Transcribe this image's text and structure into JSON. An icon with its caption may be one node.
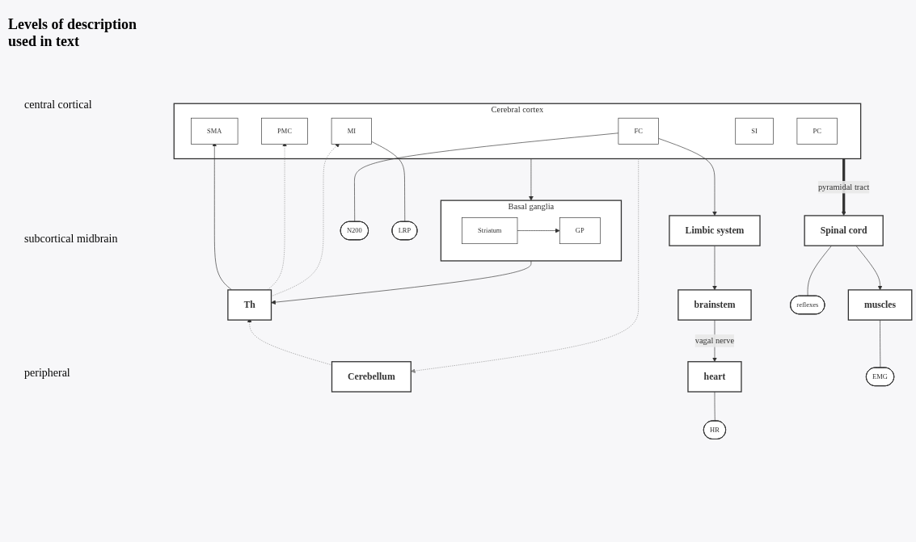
{
  "diagram": {
    "nodes": [
      {
        "text": [
          "Cerebral cortex"
        ]
      },
      {
        "text": [
          "FC"
        ],
        "in": 0
      },
      {
        "text": [
          "SMA"
        ],
        "in": 0
      },
      {
        "text": [
          "PMC"
        ],
        "in": 0
      },
      {
        "text": [
          "MI"
        ],
        "in": 0
      },
      {
        "text": [
          "SI"
        ],
        "in": 0
      },
      {
        "text": [
          "PC"
        ],
        "in": 0
      },
      {
        "text": [
          "N200"
        ]
      },
      {
        "text": [
          "LRP"
        ]
      },
      {
        "text": [
          "Th"
        ]
      },
      {
        "text": [
          "Basal ganglia"
        ]
      },
      {
        "text": [
          "Striatum"
        ],
        "in": 10
      },
      {
        "text": [
          "GP"
        ],
        "in": 10
      },
      {
        "text": [
          "Cerebellum"
        ]
      },
      {
        "text": [
          "Limbic system"
        ]
      },
      {
        "text": [
          "brainstem"
        ]
      },
      {
        "text": [
          "heart"
        ]
      },
      {
        "text": [
          "HR"
        ]
      },
      {
        "text": [
          "Spinal cord"
        ]
      },
      {
        "text": [
          "reflexes"
        ]
      },
      {
        "text": [
          "muscles"
        ]
      },
      {
        "text": [
          "EMG"
        ]
      }
    ],
    "edges": [
      {
        "from": 1,
        "to": 7,
        "arrow": "none"
      },
      {
        "from": 4,
        "to": 8,
        "arrow": "none"
      },
      {
        "from": 0,
        "to": 10,
        "arrow": "to"
      },
      {
        "from": 1,
        "to": 14,
        "arrow": "to"
      },
      {
        "from": 11,
        "to": 12,
        "arrow": "to"
      },
      {
        "from": 10,
        "to": 9,
        "arrow": "to"
      },
      {
        "from": 9,
        "to": 2,
        "arrow": "to"
      },
      {
        "from": 0,
        "to": 13,
        "arrow": "to",
        "style": "dashed",
        "color": "#888888"
      },
      {
        "from": 13,
        "to": 9,
        "arrow": "to",
        "style": "dashed",
        "color": "#888888"
      },
      {
        "from": 9,
        "to": 3,
        "arrow": "to",
        "style": "dashed",
        "color": "#888888"
      },
      {
        "from": 9,
        "to": 4,
        "arrow": "to",
        "style": "dashed",
        "color": "#888888"
      },
      {
        "from": 0,
        "to": 18,
        "label": "pyramidal tract",
        "arrow": "to",
        "style": "thick"
      },
      {
        "from": 14,
        "to": 15,
        "arrow": "to"
      },
      {
        "from": 15,
        "to": 16,
        "label": "vagal nerve",
        "arrow": "to"
      },
      {
        "from": 18,
        "to": 20,
        "arrow": "to"
      },
      {
        "from": 16,
        "to": 17,
        "arrow": "none"
      },
      {
        "from": 18,
        "to": 19,
        "arrow": "none"
      },
      {
        "from": 20,
        "to": 21,
        "arrow": "none"
      }
    ],
    "labels": [
      "Levels of description used in text",
      "central cortical",
      "subcortical midbrain",
      "peripheral"
    ]
  }
}
